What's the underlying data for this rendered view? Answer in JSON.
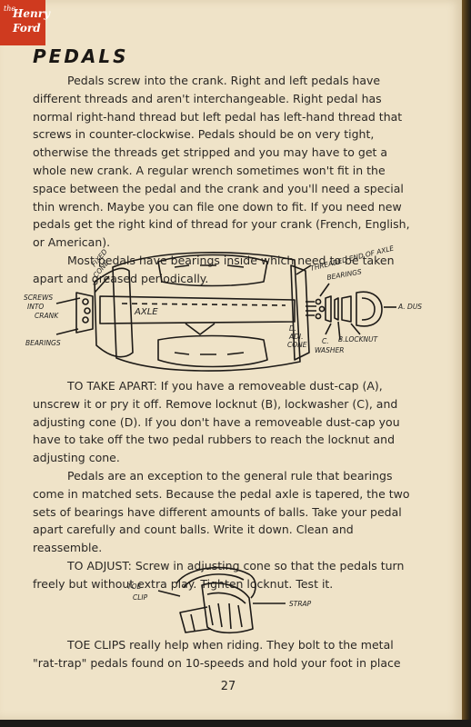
{
  "logo": {
    "line1": "the",
    "line2": "Henry",
    "line3": "Ford"
  },
  "heading": "PEDALS",
  "paragraphs": [
    "Pedals screw into the crank.  Right and left pedals have different threads and aren't interchangeable.  Right pedal has normal right-hand thread but left pedal has left-hand thread that screws in counter-clockwise.  Pedals should be on very tight, otherwise the threads get stripped and you may have to get a whole new crank.  A regular wrench sometimes won't fit in the space between the pedal and the crank and you'll need a special thin wrench.  Maybe you can file one down to fit.  If you need new pedals get the right kind of thread for your crank (French, English, or American).",
    "Most pedals have bearings inside which need to be taken apart and greased periodically.",
    "TO TAKE APART:  If you have a removeable dust-cap (A), unscrew it or pry it off.  Remove locknut (B), lockwasher (C), and adjusting cone (D).  If you don't have a removeable dust-cap you have to take off the two pedal rubbers to reach the locknut and adjusting cone.",
    "Pedals are an exception to the general rule that bearings come in matched sets.  Because the pedal axle is tapered, the two sets of bearings have different amounts of balls.  Take your pedal apart carefully and count balls.  Write it down.  Clean and reassemble.",
    "TO ADJUST:  Screw in adjusting cone so that the pedals turn freely but without extra play.  Tighten locknut.  Test it.",
    "TOE CLIPS really help when riding.  They bolt to the metal \"rat-trap\" pedals found on 10-speeds and hold your foot in place"
  ],
  "diagram_labels": {
    "fixed_cone_1": "FIXED",
    "fixed_cone_2": "CONE",
    "screws_1": "SCREWS",
    "screws_2": "INTO",
    "screws_3": "CRANK",
    "bearings_left": "BEARINGS",
    "axle": "AXLE",
    "threaded_end": "THREADED END OF AXLE",
    "bearings_right": "BEARINGS",
    "dustcap": "A. DUSTCAP",
    "cone_1": "D.",
    "cone_2": "ADJ.",
    "cone_3": "CONE",
    "washer_1": "C.",
    "washer_2": "WASHER",
    "locknut": "B.LOCKNUT"
  },
  "toeclip_labels": {
    "toe": "TOE",
    "clip": "CLIP",
    "strap": "STRAP"
  },
  "page_number": "27"
}
